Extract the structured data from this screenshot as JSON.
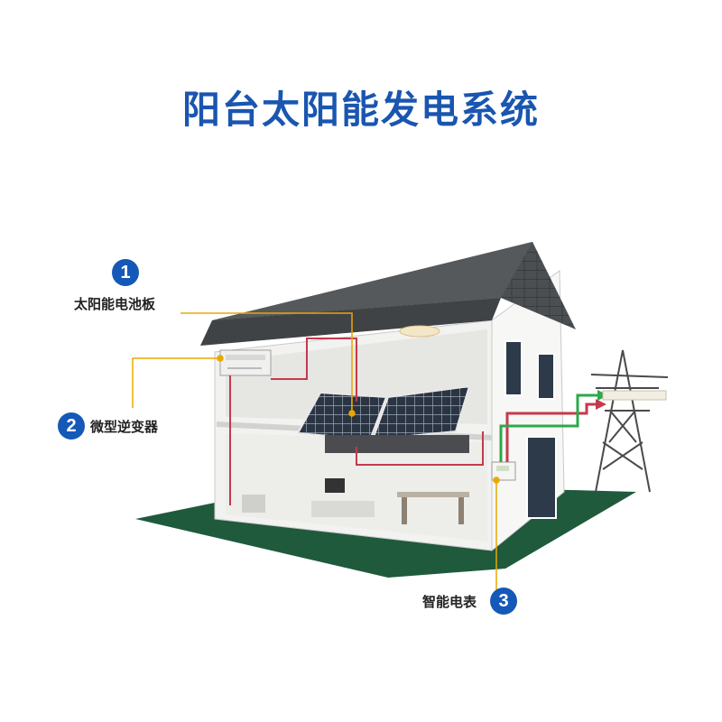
{
  "title": "阳台太阳能发电系统",
  "callouts": [
    {
      "number": "1",
      "label": "太阳能电池板"
    },
    {
      "number": "2",
      "label": "微型逆变器"
    },
    {
      "number": "3",
      "label": "智能电表"
    }
  ],
  "colors": {
    "title": "#1a56b0",
    "badge": "#1458b8",
    "leader_line": "#e8a800",
    "wire_red": "#c43a4c",
    "wire_green": "#2ea84a",
    "ground": "#1f5a3c",
    "roof": "#4b4f52"
  }
}
